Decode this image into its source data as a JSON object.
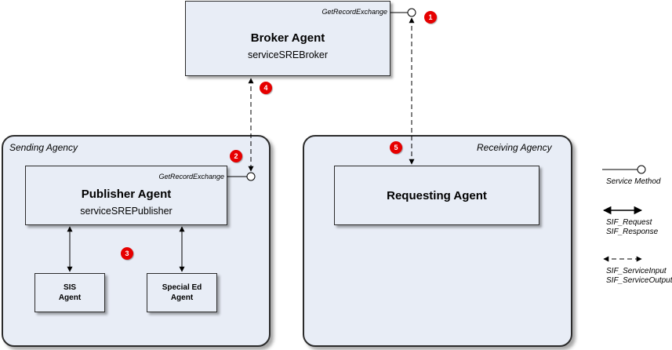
{
  "broker": {
    "title": "Broker Agent",
    "service": "serviceSREBroker",
    "method": "GetRecordExchange"
  },
  "sending_agency": {
    "label": "Sending Agency",
    "publisher": {
      "title": "Publisher Agent",
      "service": "serviceSREPublisher",
      "method": "GetRecordExchange"
    },
    "sis_agent": {
      "line1": "SIS",
      "line2": "Agent"
    },
    "special_ed_agent": {
      "line1": "Special Ed",
      "line2": "Agent"
    }
  },
  "receiving_agency": {
    "label": "Receiving Agency",
    "requesting": {
      "title": "Requesting Agent"
    }
  },
  "badges": [
    "1",
    "2",
    "3",
    "4",
    "5"
  ],
  "legend": {
    "service_method": "Service Method",
    "request_line1": "SIF_Request",
    "request_line2": "SIF_Response",
    "service_line1": "SIF_ServiceInput",
    "service_line2": "SIF_ServiceOutput"
  },
  "colors": {
    "box_fill": "#e8edf6",
    "border": "#2b2b2b",
    "badge": "#e60000"
  }
}
